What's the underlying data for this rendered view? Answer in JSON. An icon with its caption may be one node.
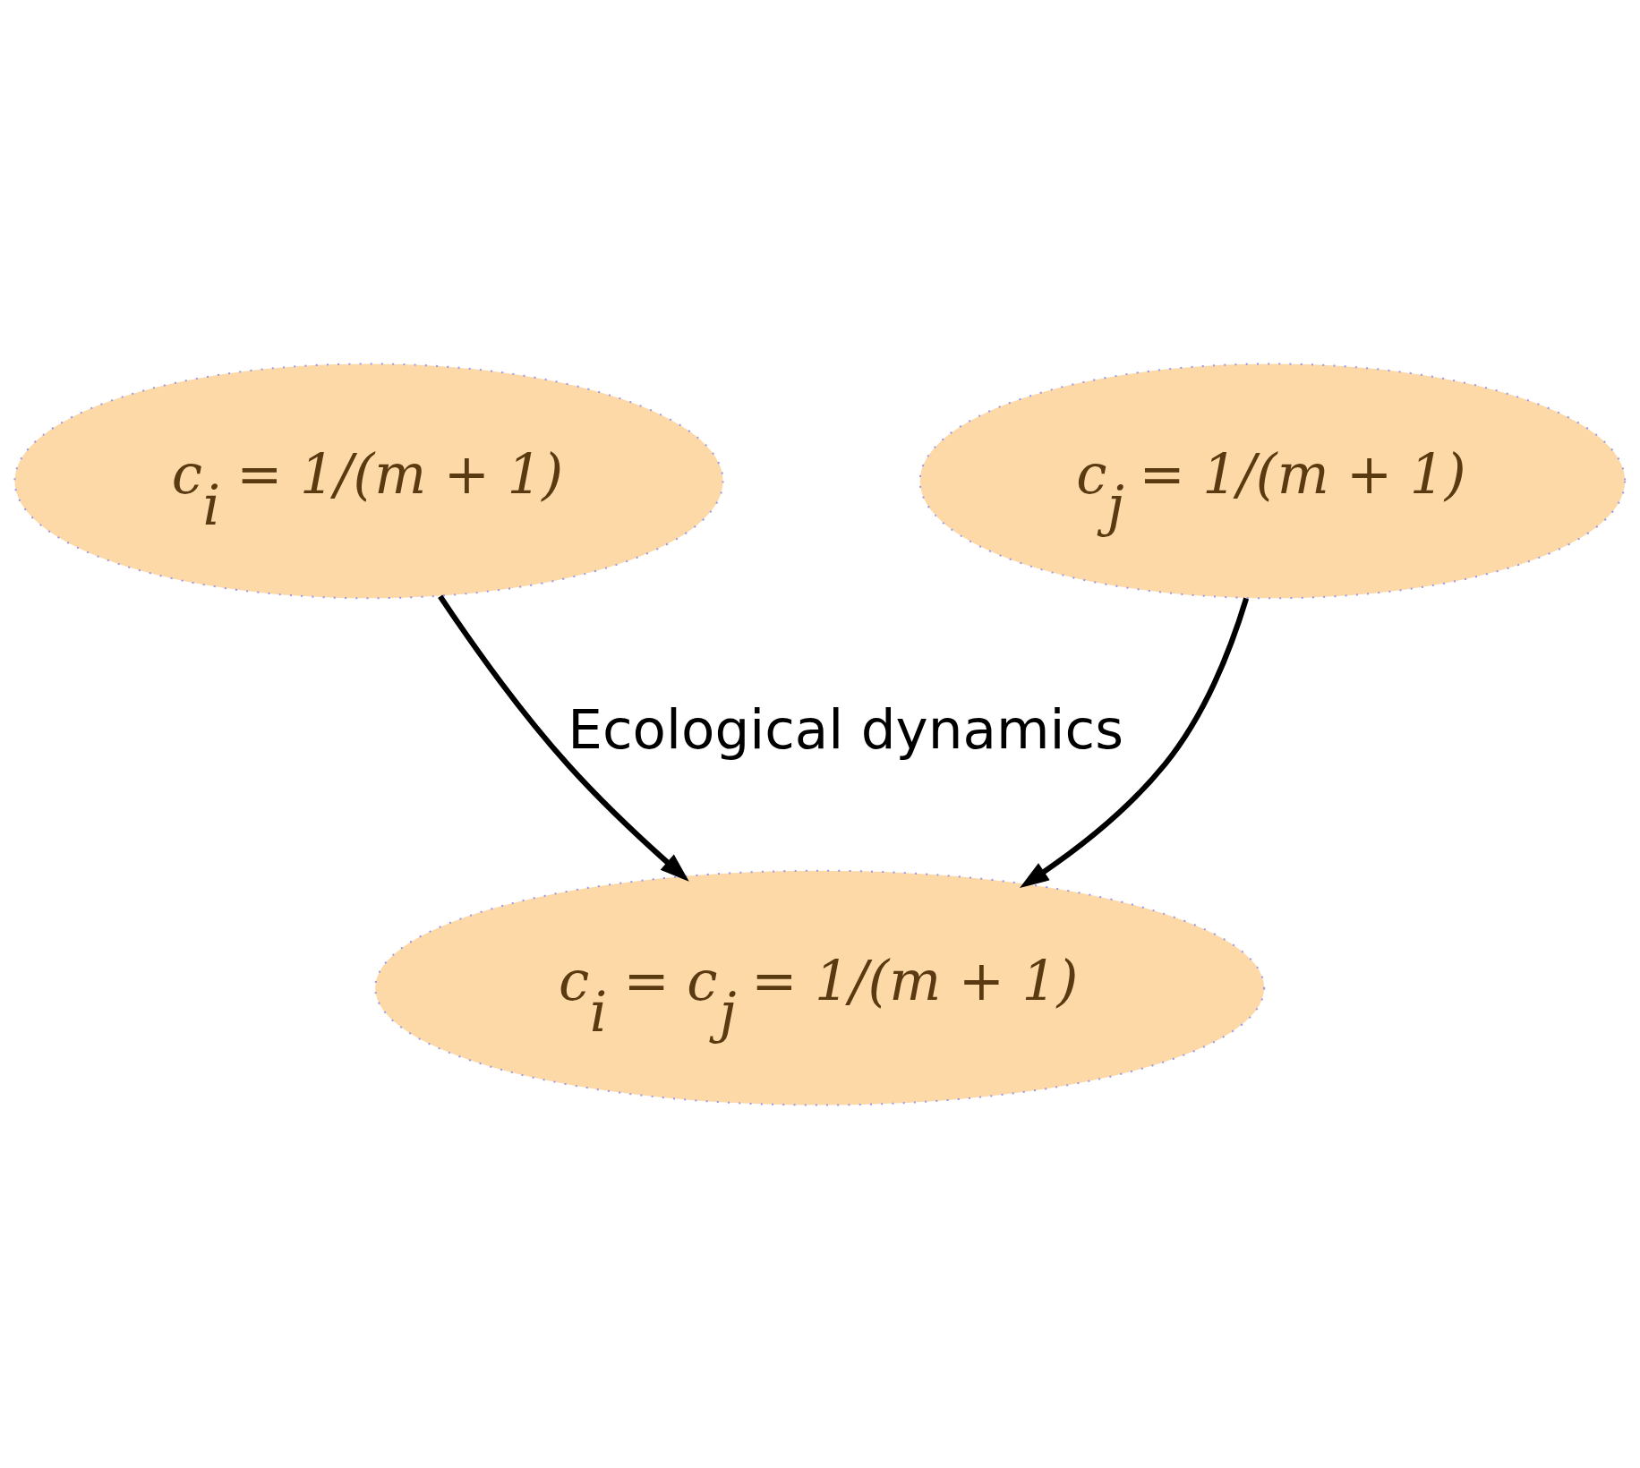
{
  "diagram": {
    "nodes": [
      {
        "text": [
          "c$_{i}$ = 1/(m + 1)"
        ]
      },
      {
        "text": [
          "c$_{j}$ = 1/(m + 1)"
        ]
      },
      {
        "text": [
          "c$_{i}$ = c$_{j}$ = 1/(m + 1)"
        ]
      }
    ],
    "edges": [
      {
        "from": 0,
        "to": 2,
        "arrow": "to",
        "label": "Ecological dynamics"
      },
      {
        "from": 1,
        "to": 2,
        "arrow": "to"
      }
    ]
  }
}
